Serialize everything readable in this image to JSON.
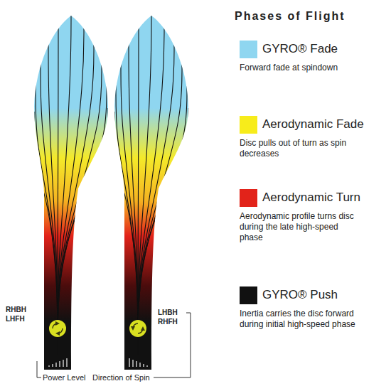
{
  "diagram": {
    "title": "Phases of Flight",
    "labels": [
      "Forward fade at spindown",
      "Disc pulls out of turn as spin decreases",
      "Aerodynamic profile turns disc during the late high-speed phase",
      "Inertia carries the disc forward during initial high-speed phase",
      "RHBH",
      "LHFH",
      "LHBH",
      "RHFH",
      "Power Level",
      "Direction of Spin"
    ],
    "legend": [
      {
        "text": "GYRO® Fade",
        "color": "#8fd6f0"
      },
      {
        "text": "Aerodynamic Fade",
        "color": "#f7ec1b"
      },
      {
        "text": "Aerodynamic Turn",
        "color": "#e2231a"
      },
      {
        "text": "GYRO® Push",
        "color": "#111111"
      }
    ]
  }
}
